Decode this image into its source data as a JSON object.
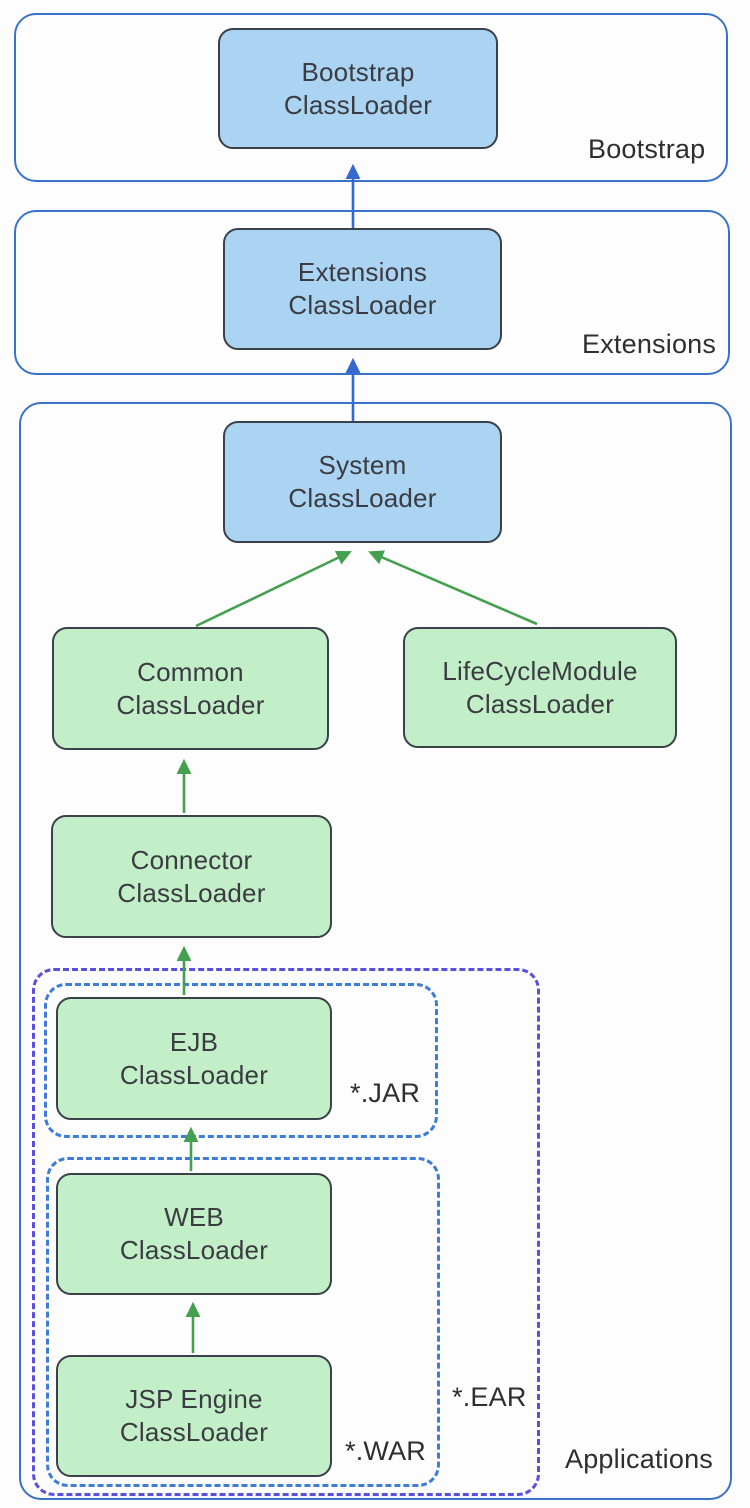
{
  "containers": {
    "bootstrap": {
      "label": "Bootstrap"
    },
    "extensions": {
      "label": "Extensions"
    },
    "applications": {
      "label": "Applications"
    },
    "jar": {
      "label": "*.JAR"
    },
    "war": {
      "label": "*.WAR"
    },
    "ear": {
      "label": "*.EAR"
    }
  },
  "nodes": {
    "bootstrap": {
      "line1": "Bootstrap",
      "line2": "ClassLoader"
    },
    "extensions": {
      "line1": "Extensions",
      "line2": "ClassLoader"
    },
    "system": {
      "line1": "System",
      "line2": "ClassLoader"
    },
    "common": {
      "line1": "Common",
      "line2": "ClassLoader"
    },
    "lifecycle": {
      "line1": "LifeCycleModule",
      "line2": "ClassLoader"
    },
    "connector": {
      "line1": "Connector",
      "line2": "ClassLoader"
    },
    "ejb": {
      "line1": "EJB",
      "line2": "ClassLoader"
    },
    "web": {
      "line1": "WEB",
      "line2": "ClassLoader"
    },
    "jsp": {
      "line1": "JSP Engine",
      "line2": "ClassLoader"
    }
  },
  "edges": [
    {
      "from": "extensions-classloader",
      "to": "bootstrap-classloader",
      "color": "blue"
    },
    {
      "from": "system-classloader",
      "to": "extensions-classloader",
      "color": "blue"
    },
    {
      "from": "common-classloader",
      "to": "system-classloader",
      "color": "green"
    },
    {
      "from": "lifecyclemodule-classloader",
      "to": "system-classloader",
      "color": "green"
    },
    {
      "from": "connector-classloader",
      "to": "common-classloader",
      "color": "green"
    },
    {
      "from": "ejb-classloader",
      "to": "connector-classloader",
      "color": "green"
    },
    {
      "from": "web-classloader",
      "to": "ejb-classloader",
      "color": "green"
    },
    {
      "from": "jsp-engine-classloader",
      "to": "web-classloader",
      "color": "green"
    }
  ],
  "colors": {
    "container_border": "#3a72c8",
    "blue_node_fill": "#abd4f3",
    "green_node_fill": "#c2efc8",
    "node_border": "#3a4148",
    "blue_arrow": "#3569cd",
    "green_arrow": "#44a04e",
    "ear_dashed_border": "#5b50dc",
    "jar_war_dashed_border": "#3e7cd6"
  }
}
